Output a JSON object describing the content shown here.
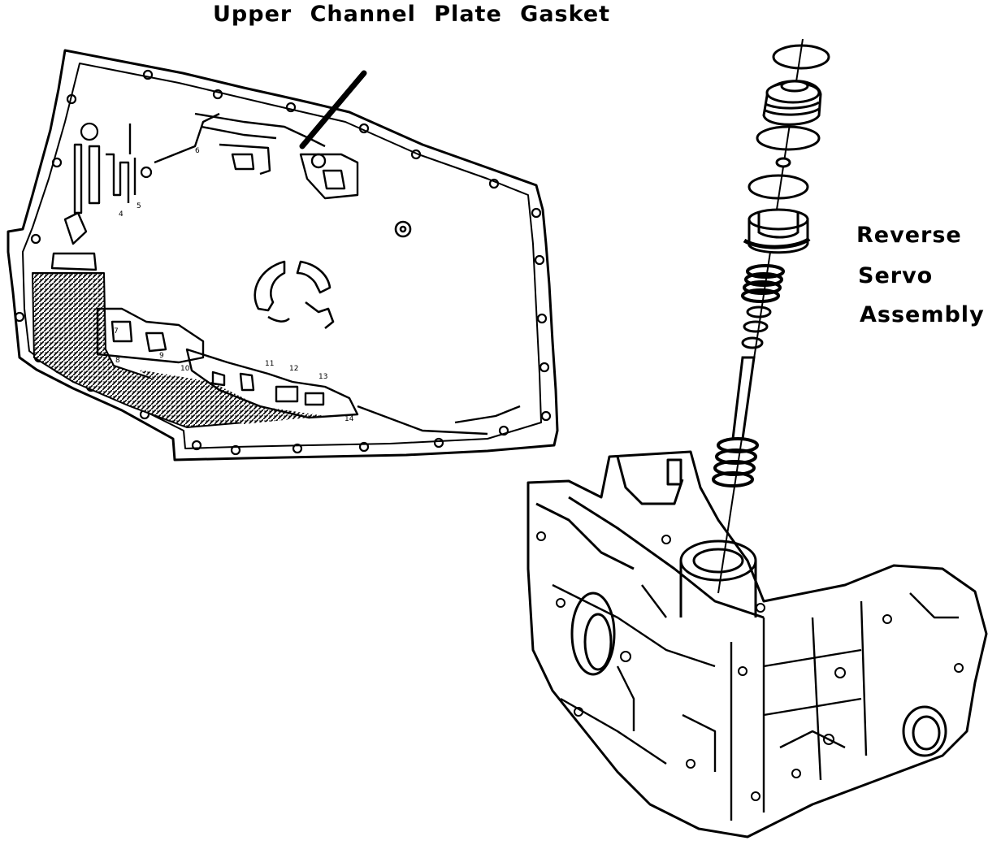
{
  "labels": {
    "gasket_title": "Upper Channel Plate Gasket",
    "servo_line1": "Reverse",
    "servo_line2": "Servo",
    "servo_line3": "Assembly"
  },
  "callouts": [
    "4",
    "5",
    "6",
    "7",
    "8",
    "9",
    "10",
    "11",
    "12",
    "13",
    "14"
  ],
  "colors": {
    "ink": "#000000",
    "paper": "#ffffff"
  }
}
